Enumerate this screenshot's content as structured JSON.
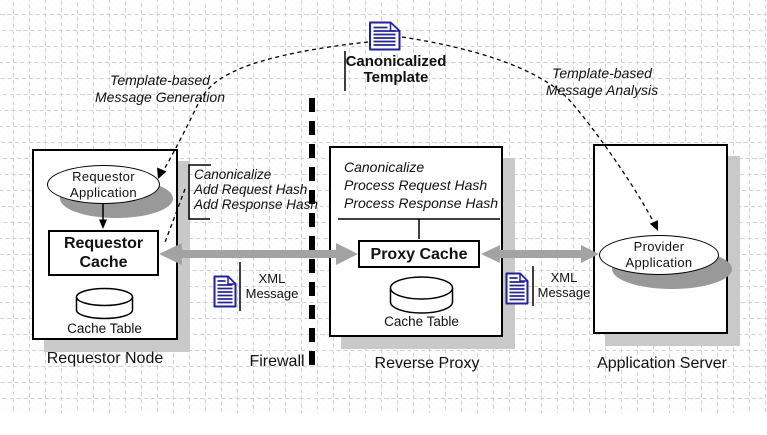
{
  "nodes": {
    "requestor": {
      "title": "Requestor Node",
      "application": {
        "line1": "Requestor",
        "line2": "Application"
      },
      "cache": {
        "line1": "Requestor",
        "line2": "Cache"
      },
      "table_label": "Cache Table"
    },
    "proxy": {
      "title": "Reverse Proxy",
      "operations": {
        "line1": "Canonicalize",
        "line2": "Process Request Hash",
        "line3": "Process Response Hash"
      },
      "cache_label": "Proxy Cache",
      "table_label": "Cache Table"
    },
    "server": {
      "title": "Application Server",
      "application": {
        "line1": "Provider",
        "line2": "Application"
      }
    },
    "firewall": {
      "title": "Firewall"
    }
  },
  "annotations": {
    "template": {
      "line1": "Canonicalized",
      "line2": "Template"
    },
    "generation": {
      "line1": "Template-based",
      "line2": "Message Generation"
    },
    "analysis": {
      "line1": "Template-based",
      "line2": "Message Analysis"
    },
    "requestor_ops": {
      "line1": "Canonicalize",
      "line2": "Add Request Hash",
      "line3": "Add Response Hash"
    },
    "xml_left": {
      "line1": "XML",
      "line2": "Message"
    },
    "xml_right": {
      "line1": "XML",
      "line2": "Message"
    }
  },
  "icons": {
    "template_doc": "document-icon",
    "xml_left_doc": "document-icon",
    "xml_right_doc": "document-icon"
  },
  "colors": {
    "icon_navy": "#22229e",
    "icon_page": "#fcfbe9",
    "arrow_gray": "#a3a3a3",
    "box_shadow": "#c9c9c9",
    "ellipse_shadow": "#999999",
    "grid_line": "#d2d2d2",
    "ink": "#111111"
  }
}
